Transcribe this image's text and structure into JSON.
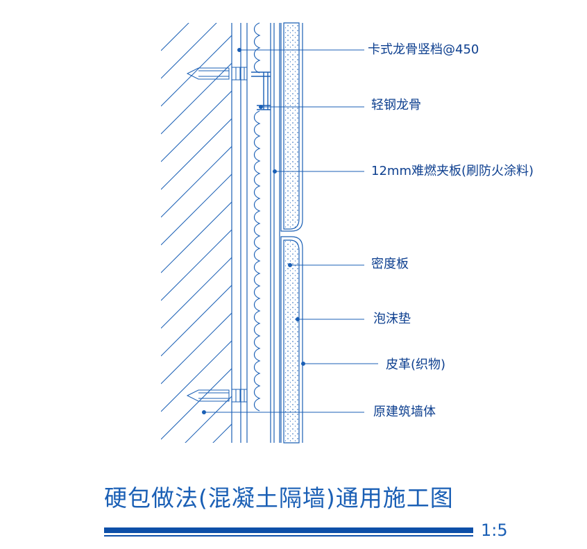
{
  "labels": {
    "card_keel": "卡式龙骨竖档@450",
    "light_steel_keel": "轻钢龙骨",
    "plywood": "12mm难燃夹板(刷防火涂料)",
    "density_board": "密度板",
    "foam_pad": "泡沫垫",
    "leather": "皮革(织物)",
    "original_wall": "原建筑墙体"
  },
  "title": "硬包做法(混凝土隔墙)通用施工图",
  "scale": "1:5",
  "colors": {
    "line": "#1a5fb5",
    "text": "#0d3f8f",
    "title_bar": "#0d4fa8"
  }
}
